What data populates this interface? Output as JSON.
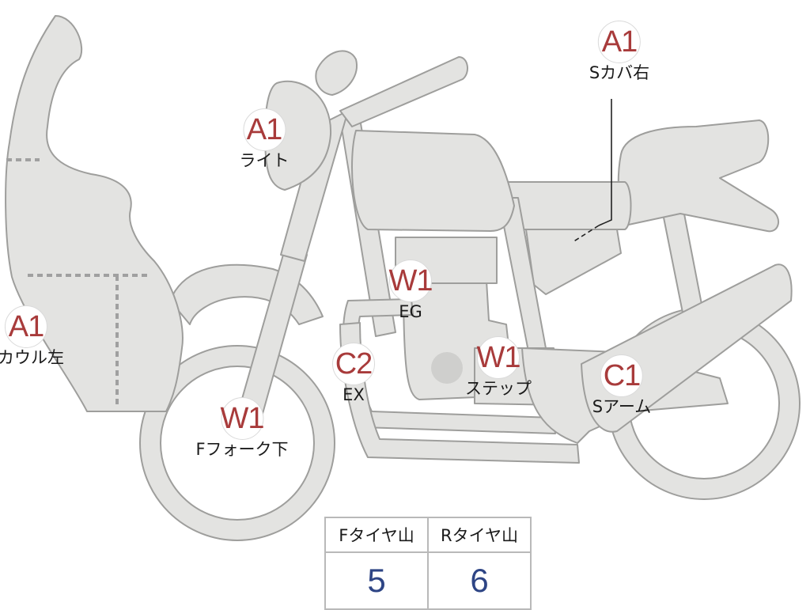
{
  "parts": [
    {
      "id": "cowl-left",
      "grade": "A1",
      "label": "Fカウル左"
    },
    {
      "id": "light",
      "grade": "A1",
      "label": "ライト"
    },
    {
      "id": "fork-lower",
      "grade": "W1",
      "label": "Fフォーク下"
    },
    {
      "id": "engine",
      "grade": "W1",
      "label": "EG"
    },
    {
      "id": "exhaust",
      "grade": "C2",
      "label": "EX"
    },
    {
      "id": "step",
      "grade": "W1",
      "label": "ステップ"
    },
    {
      "id": "swingarm",
      "grade": "C1",
      "label": "Sアーム"
    },
    {
      "id": "side-cover-right",
      "grade": "A1",
      "label": "Sカバ右"
    }
  ],
  "tire_table": {
    "headers": [
      "Fタイヤ山",
      "Rタイヤ山"
    ],
    "values": [
      "5",
      "6"
    ]
  },
  "colors": {
    "grade": "#a83b3b",
    "tire_value": "#2e4585",
    "part_fill": "#e3e3e1",
    "part_stroke": "#9e9e9c"
  }
}
